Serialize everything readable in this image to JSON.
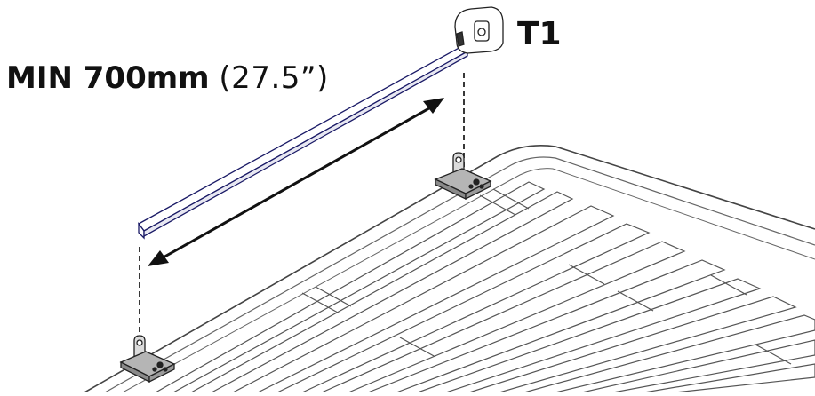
{
  "measurement": {
    "min_label": "MIN 700mm",
    "imperial_label": "(27.5”)"
  },
  "tool": {
    "label": "T1"
  },
  "colors": {
    "line": "#333333",
    "measure_arrow": "#111111",
    "tape_outline": "#1a1a66",
    "rack_fill": "#ffffff",
    "bracket_fill": "#9a9a9a"
  }
}
